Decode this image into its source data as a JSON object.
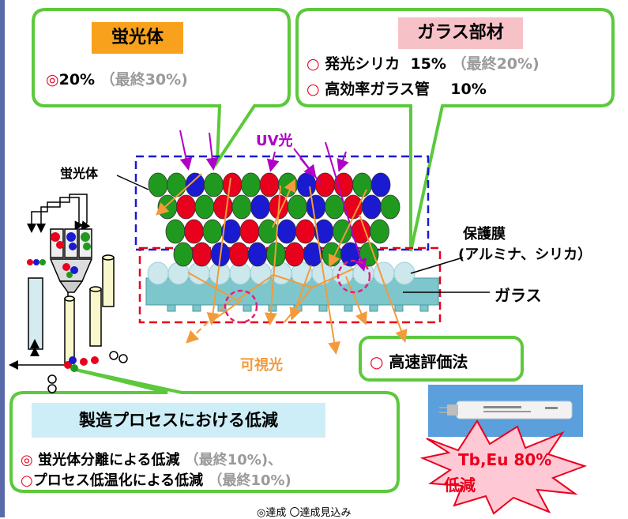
{
  "phosphor_box": {
    "title": "蛍光体",
    "mark": "◎",
    "value": "20%",
    "final": "（最終30%)"
  },
  "glass_box": {
    "title": "ガラス部材",
    "rows": [
      {
        "mark": "○",
        "text": "発光シリカ  15%",
        "final": "（最終20%)"
      },
      {
        "mark": "○",
        "text": "高効率ガラス管    10%",
        "final": ""
      }
    ]
  },
  "diagram_labels": {
    "uv": "UV光",
    "phosphor": "蛍光体",
    "protect_line1": "保護膜",
    "protect_line2": "(アルミナ、シリカ）",
    "glass": "ガラス",
    "visible": "可視光"
  },
  "eval_box": {
    "mark": "○",
    "text": "高速評価法"
  },
  "process_box": {
    "title": "製造プロセスにおける低減",
    "rows": [
      {
        "mark": "◎",
        "text": "蛍光体分離による低減",
        "final": "（最終10%)、"
      },
      {
        "mark": "○",
        "text": "プロセス低温化による低減",
        "final": "（最終10%)"
      }
    ]
  },
  "burst": {
    "line1": "Tb,Eu 80%",
    "line2": "低減"
  },
  "legend": "◎達成 〇達成見込み",
  "colors": {
    "frame_green": "#5cc83c",
    "accent_red": "#e8001c",
    "uv_purple": "#b000c8",
    "visible_orange": "#f39a3a",
    "phosphor_title_bg": "#f7a11c",
    "glass_title_bg": "#f6c2c8",
    "process_title_bg": "#cdeef6",
    "burst_fill": "#ffc8d4",
    "glass_blue": "#7cc6cc"
  }
}
